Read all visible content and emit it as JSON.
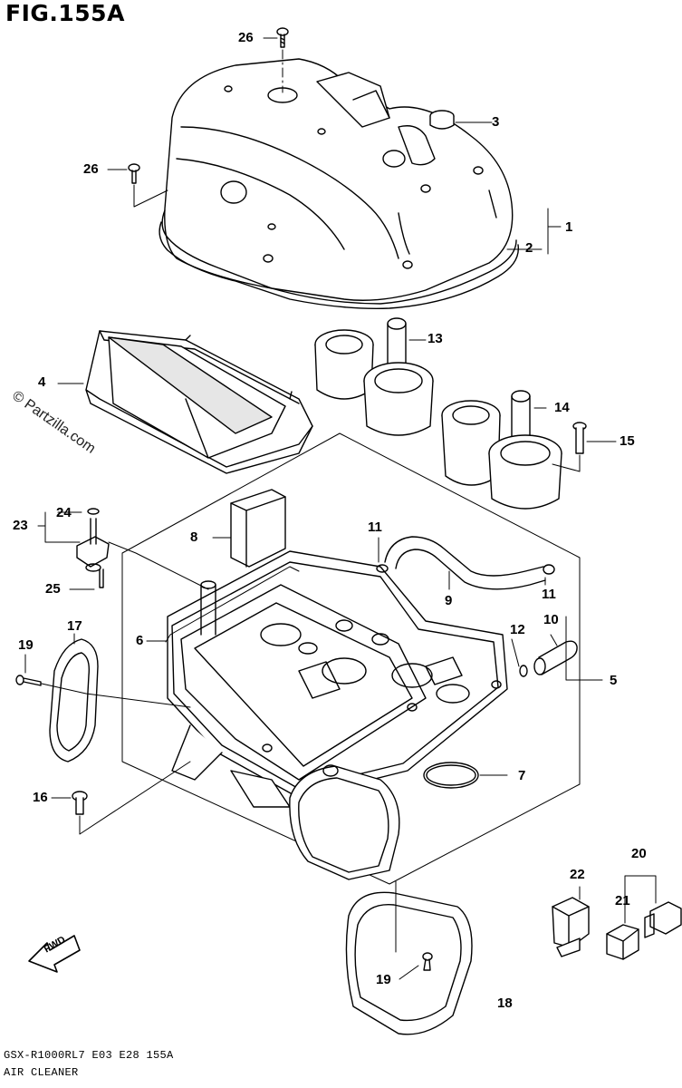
{
  "figure_title": "FIG.155A",
  "footer": {
    "model": "GSX-R1000RL7  E03  E28  155A",
    "name": "AIR CLEANER"
  },
  "watermark": "© Partzilla.com",
  "fwd_label": "FWD",
  "callouts": {
    "p1": "1",
    "p2": "2",
    "p3": "3",
    "p4": "4",
    "p5": "5",
    "p6": "6",
    "p7": "7",
    "p8": "8",
    "p9": "9",
    "p10": "10",
    "p11a": "11",
    "p11b": "11",
    "p12": "12",
    "p13": "13",
    "p14": "14",
    "p15": "15",
    "p16": "16",
    "p17": "17",
    "p18": "18",
    "p19a": "19",
    "p19b": "19",
    "p20": "20",
    "p21": "21",
    "p22": "22",
    "p23": "23",
    "p24": "24",
    "p25": "25",
    "p26a": "26",
    "p26b": "26"
  }
}
